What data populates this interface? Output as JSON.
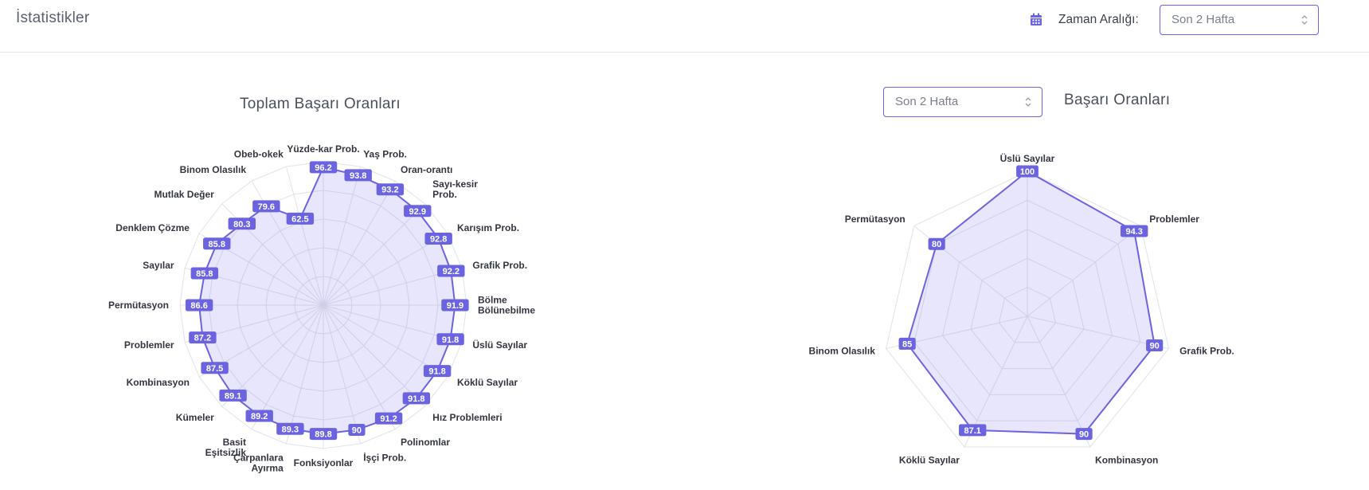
{
  "header": {
    "title": "İstatistikler",
    "range_label": "Zaman Aralığı:",
    "range_value": "Son 2 Hafta"
  },
  "right_panel": {
    "select_value": "Son 2 Hafta"
  },
  "colors": {
    "accent": "#6c63e0",
    "fill": "rgba(124,114,238,0.18)",
    "label_bg": "#6c63e0"
  },
  "icons": {
    "calendar": "calendar-icon",
    "select_arrows": "sort-arrows-icon"
  },
  "chart_data": [
    {
      "type": "radar",
      "title": "Toplam Başarı Oranları",
      "rmax": 100,
      "rings": 5,
      "categories": [
        "Yüzde-kar Prob.",
        "Yaş Prob.",
        "Oran-orantı",
        "Sayı-kesir Prob.",
        "Karışım Prob.",
        "Grafik Prob.",
        "Bölme Bölünebilme",
        "Üslü Sayılar",
        "Köklü Sayılar",
        "Hız Problemleri",
        "Polinomlar",
        "İşçi Prob.",
        "Fonksiyonlar",
        "Çarpanlara Ayırma",
        "Basit Eşitsizlik",
        "Kümeler",
        "Kombinasyon",
        "Problemler",
        "Permütasyon",
        "Sayılar",
        "Denklem Çözme",
        "Mutlak Değer",
        "Binom Olasılık",
        "Obeb-okek"
      ],
      "values": [
        96.2,
        93.8,
        93.2,
        92.9,
        92.8,
        92.2,
        91.9,
        91.8,
        91.8,
        91.8,
        91.2,
        90,
        89.8,
        89.3,
        89.2,
        89.1,
        87.5,
        87.2,
        86.6,
        85.8,
        85.8,
        80.3,
        79.6,
        62.5
      ]
    },
    {
      "type": "radar",
      "title": "Başarı Oranları",
      "rmax": 100,
      "rings": 5,
      "categories": [
        "Üslü Sayılar",
        "Problemler",
        "Grafik Prob.",
        "Kombinasyon",
        "Köklü Sayılar",
        "Binom Olasılık",
        "Permütasyon"
      ],
      "values": [
        100,
        94.3,
        90,
        90,
        87.1,
        85,
        80
      ]
    }
  ]
}
